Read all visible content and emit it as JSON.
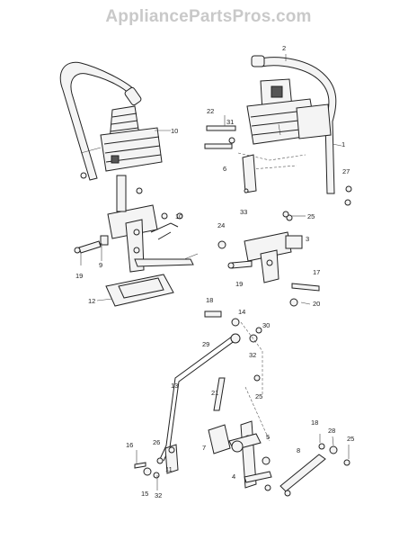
{
  "watermark": "AppliancePartsPros.com",
  "callouts": [
    {
      "id": "c1",
      "text": "1"
    },
    {
      "id": "c2",
      "text": "2"
    },
    {
      "id": "c3",
      "text": "3"
    },
    {
      "id": "c4",
      "text": "4"
    },
    {
      "id": "c5",
      "text": "5"
    },
    {
      "id": "c6",
      "text": "6"
    },
    {
      "id": "c7",
      "text": "7"
    },
    {
      "id": "c8",
      "text": "8"
    },
    {
      "id": "c9",
      "text": "9"
    },
    {
      "id": "c10a",
      "text": "10"
    },
    {
      "id": "c10b",
      "text": "10"
    },
    {
      "id": "c11",
      "text": "11"
    },
    {
      "id": "c12",
      "text": "12"
    },
    {
      "id": "c13",
      "text": "13"
    },
    {
      "id": "c14",
      "text": "14"
    },
    {
      "id": "c15",
      "text": "15"
    },
    {
      "id": "c16",
      "text": "16"
    },
    {
      "id": "c17",
      "text": "17"
    },
    {
      "id": "c18a",
      "text": "18"
    },
    {
      "id": "c18b",
      "text": "18"
    },
    {
      "id": "c19a",
      "text": "19"
    },
    {
      "id": "c19b",
      "text": "19"
    },
    {
      "id": "c20",
      "text": "20"
    },
    {
      "id": "c21",
      "text": "21"
    },
    {
      "id": "c22",
      "text": "22"
    },
    {
      "id": "c24",
      "text": "24"
    },
    {
      "id": "c25a",
      "text": "25"
    },
    {
      "id": "c25b",
      "text": "25"
    },
    {
      "id": "c25c",
      "text": "25"
    },
    {
      "id": "c26",
      "text": "26"
    },
    {
      "id": "c27",
      "text": "27"
    },
    {
      "id": "c28",
      "text": "28"
    },
    {
      "id": "c29",
      "text": "29"
    },
    {
      "id": "c30",
      "text": "30"
    },
    {
      "id": "c31",
      "text": "31"
    },
    {
      "id": "c32a",
      "text": "32"
    },
    {
      "id": "c32b",
      "text": "32"
    },
    {
      "id": "c33",
      "text": "33"
    }
  ]
}
